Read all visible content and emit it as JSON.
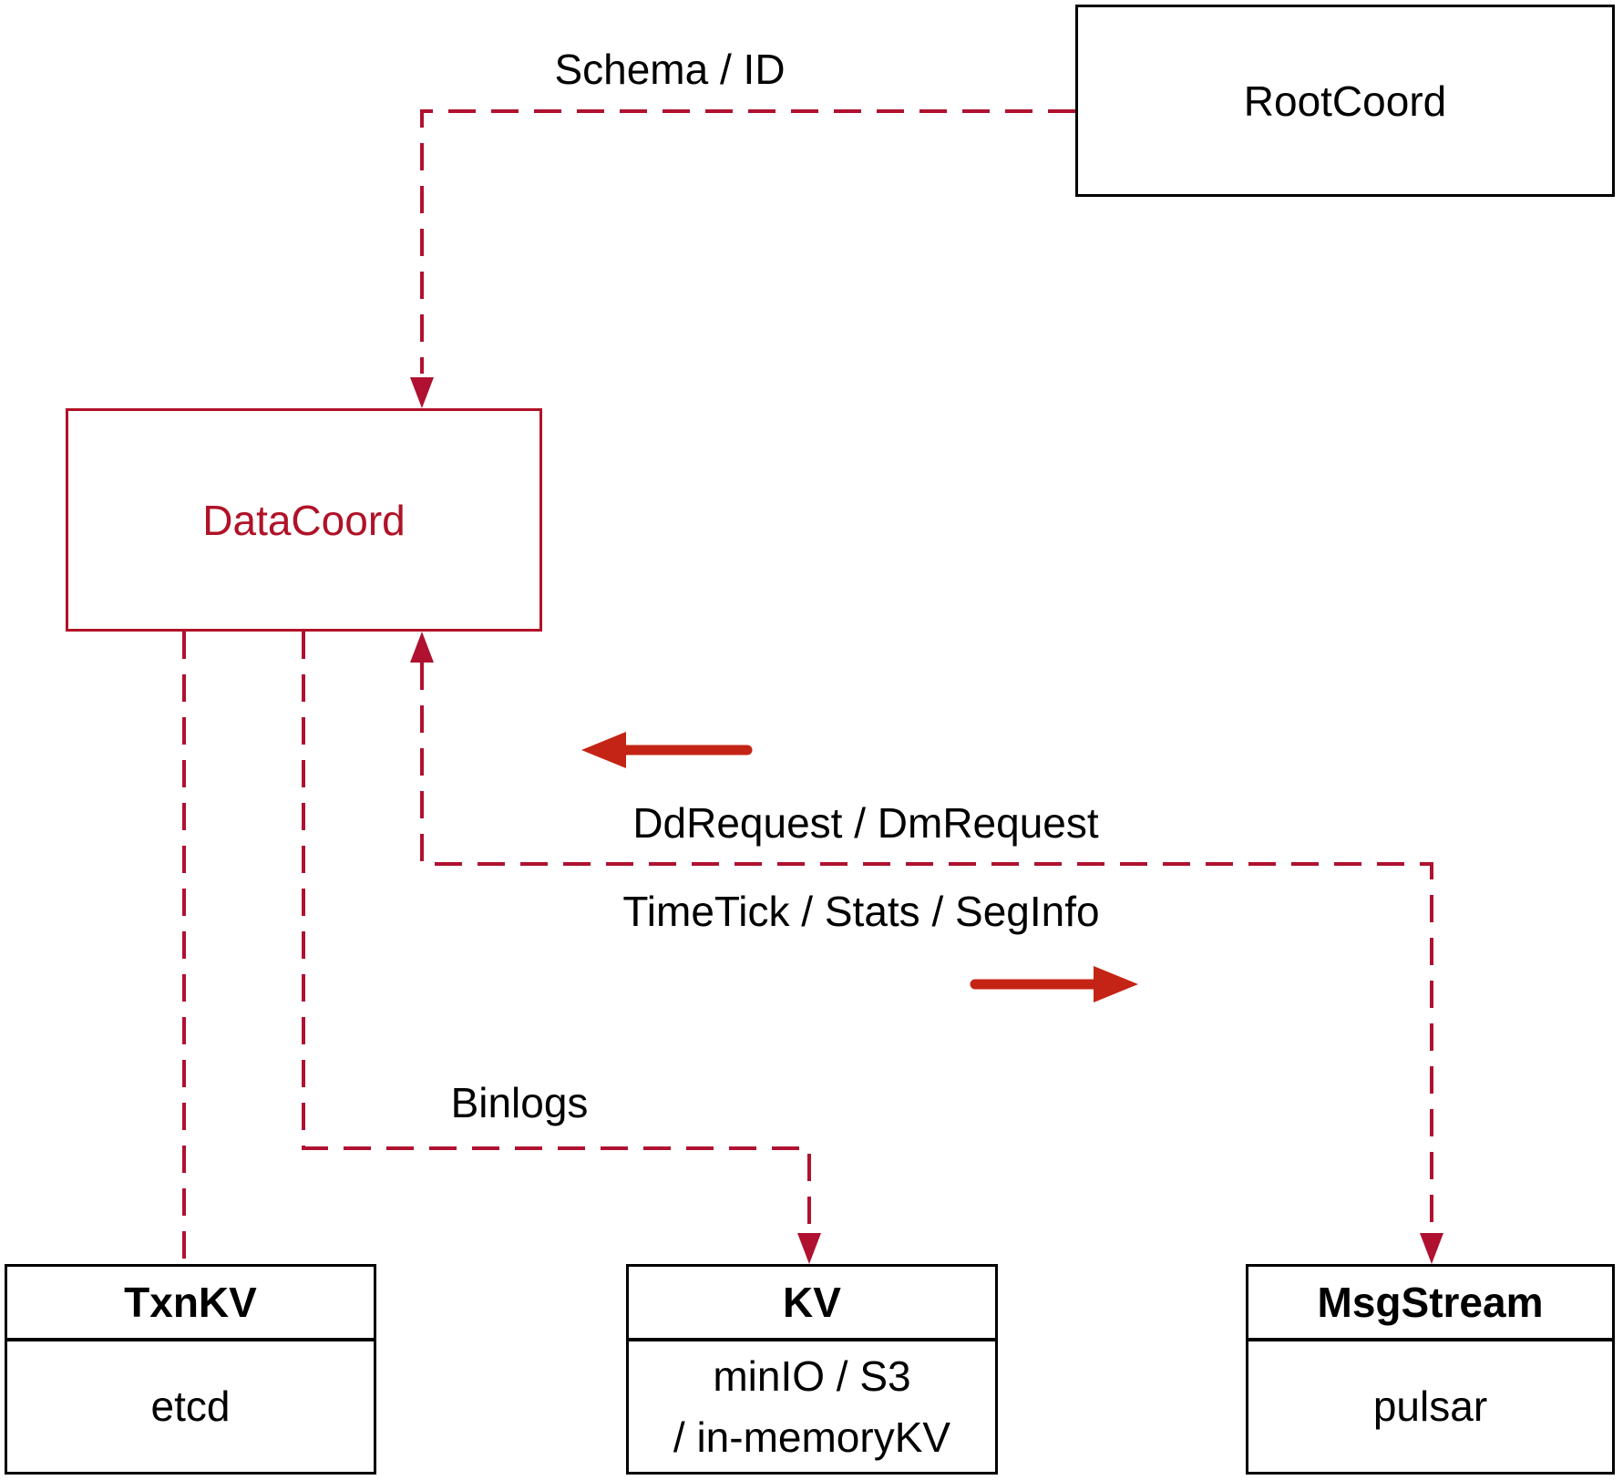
{
  "diagram": {
    "nodes": {
      "rootcoord": {
        "title": "RootCoord"
      },
      "datacoord": {
        "title": "DataCoord"
      },
      "txnkv": {
        "title": "TxnKV",
        "body": "etcd"
      },
      "kv": {
        "title": "KV",
        "body_line1": "minIO / S3",
        "body_line2": "/ in-memoryKV"
      },
      "msgstream": {
        "title": "MsgStream",
        "body": "pulsar"
      }
    },
    "edge_labels": {
      "schema_id": "Schema / ID",
      "dd_dm_request": "DdRequest / DmRequest",
      "timetick_stats_seginfo": "TimeTick / Stats / SegInfo",
      "binlogs": "Binlogs"
    },
    "colors": {
      "connector_crimson": "#b01130",
      "datacoord_red": "#b01228",
      "solid_arrow_red": "#c42415",
      "box_border_black": "#000000",
      "label_text": "#000000",
      "background": "#ffffff"
    }
  }
}
